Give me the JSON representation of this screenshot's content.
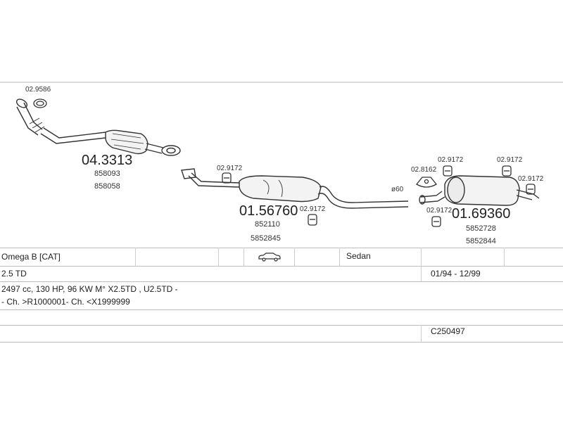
{
  "diagram": {
    "labels": {
      "clamp_front": "02.9586",
      "front_pipe": "04.3313",
      "front_pipe_oem_1": "858093",
      "front_pipe_oem_2": "858058",
      "clamp_mid_1": "02.9172",
      "middle_silencer": "01.56760",
      "middle_silencer_oem_1": "852110",
      "middle_silencer_oem_2": "5852845",
      "clamp_mid_2": "02.9172",
      "diameter": "ø60",
      "rubber_mount": "02.8162",
      "clamp_rear_1": "02.9172",
      "clamp_rear_2": "02.9172",
      "clamp_rear_3": "02.9172",
      "clamp_rear_4": "02.9172",
      "rear_silencer": "01.69360",
      "rear_silencer_oem_1": "5852728",
      "rear_silencer_oem_2": "5852844"
    }
  },
  "vehicle": {
    "model": "Omega B  [CAT]",
    "body_type": "Sedan",
    "engine": "2.5 TD",
    "period": "01/94 - 12/99",
    "spec": "2497 cc, 130 HP, 96 KW M° X2.5TD , U2.5TD -",
    "chassis": "- Ch. >R1000001- Ch. <X1999999",
    "code": "C250497"
  },
  "icons": [
    "car-sedan-icon"
  ]
}
